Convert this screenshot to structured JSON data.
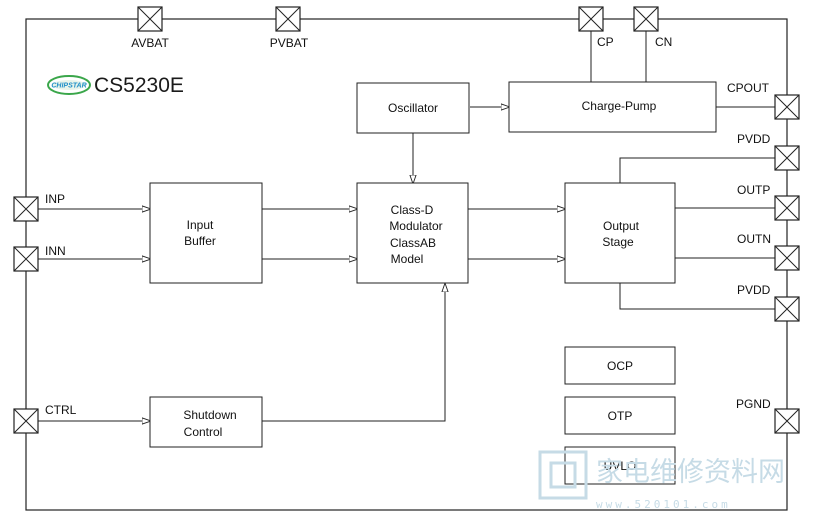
{
  "chip": {
    "name": "CS5230E",
    "logo_text": "CHIPSTAR",
    "colors": {
      "logo_green": "#3aa64a",
      "logo_blue": "#1f8fc8"
    }
  },
  "pins": {
    "avbat": "AVBAT",
    "pvbat": "PVBAT",
    "cp": "CP",
    "cn": "CN",
    "cpout": "CPOUT",
    "pvdd_top": "PVDD",
    "outp": "OUTP",
    "outn": "OUTN",
    "pvdd_bottom": "PVDD",
    "pgnd": "PGND",
    "inp": "INP",
    "inn": "INN",
    "ctrl": "CTRL"
  },
  "blocks": {
    "oscillator": [
      "Oscillator"
    ],
    "charge_pump": [
      "Charge-Pump"
    ],
    "input_buffer": [
      "Input",
      "Buffer"
    ],
    "modulator": [
      "Class-D",
      "Modulator",
      "ClassAB",
      "Model"
    ],
    "output_stage": [
      "Output",
      "Stage"
    ],
    "shutdown": [
      "Shutdown",
      "Control"
    ],
    "ocp": [
      "OCP"
    ],
    "otp": [
      "OTP"
    ],
    "uvlo": [
      "UVLO"
    ]
  },
  "watermark": {
    "chinese": "家电维修资料网",
    "url": "www.520101.com"
  }
}
